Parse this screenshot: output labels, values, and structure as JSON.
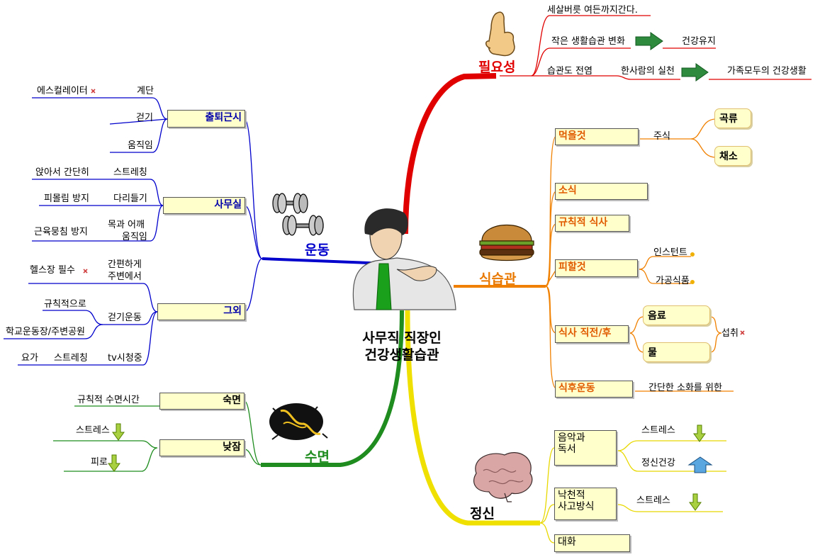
{
  "center": {
    "line1": "사무직 직장인",
    "line2": "건강생활습관"
  },
  "branches": {
    "necessity": "필요성",
    "exercise": "운동",
    "diet": "식습관",
    "sleep": "수면",
    "mind": "정신"
  },
  "necessity": {
    "row1": "세살버릇 여든까지간다.",
    "row2_left": "작은 생활습관 변화",
    "row2_right": "건강유지",
    "row3_left": "습관도 전염",
    "row3_mid": "한사람의 실천",
    "row3_right": "가족모두의 건강생활"
  },
  "exercise": {
    "commute": {
      "label": "출퇴근시",
      "stairs": "계단",
      "escalator": "에스컬레이터",
      "walk": "걷기",
      "move": "움직임"
    },
    "office": {
      "label": "사무실",
      "stretch_desc": "앉아서 간단히",
      "stretch": "스트레칭",
      "leg_desc": "피몰림 방지",
      "leg": "다리들기",
      "neck_desc": "근육뭉침 방지",
      "neck1": "목과 어깨",
      "neck2": "움직임"
    },
    "other": {
      "label": "그외",
      "gym": "헬스장 필수",
      "simple1": "간편하게",
      "simple2": "주변에서",
      "regular": "규칙적으로",
      "walk": "걷기운동",
      "place": "학교운동장/주변공원",
      "yoga": "요가",
      "stretch": "스트레칭",
      "tv": "tv시청중"
    }
  },
  "diet": {
    "eat": "먹을것",
    "staple": "주식",
    "grain": "곡류",
    "veg": "채소",
    "small": "소식",
    "regular": "규칙적 식사",
    "avoid": "피할것",
    "instant": "인스턴트",
    "processed": "가공식품",
    "beforeafter": "식사 직전/후",
    "drink": "음료",
    "water": "물",
    "intake": "섭취",
    "after_ex": "식후운동",
    "digest": "간단한 소화를 위한"
  },
  "sleep": {
    "night": "숙면",
    "night_desc": "규칙적 수면시간",
    "nap": "낮잠",
    "stress": "스트레스",
    "fatigue": "피로"
  },
  "mind": {
    "music1": "음악과",
    "music2": "독서",
    "stress": "스트레스",
    "mental": "정신건강",
    "optimism1": "낙천적",
    "optimism2": "사고방식",
    "stress2": "스트레스",
    "talk": "대화"
  },
  "colors": {
    "necessity": "#e00000",
    "exercise": "#0000cc",
    "diet": "#e87800",
    "sleep": "#1e8c1e",
    "mind": "#f0e000"
  }
}
